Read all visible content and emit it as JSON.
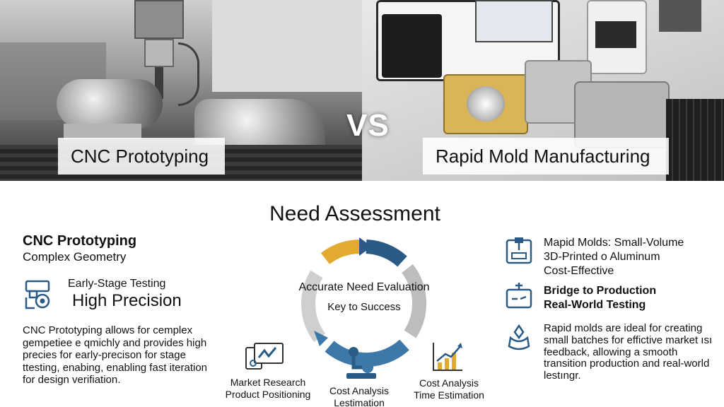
{
  "banner": {
    "left_caption": "CNC Prototyping",
    "right_caption": "Rapid Mold Manufacturing",
    "vs": "VS"
  },
  "main": {
    "title": "Need Assessment",
    "left": {
      "heading": "CNC Prototyping",
      "subheading": "Complex Geometry",
      "early_label": "Early-Stage Testing",
      "high_label": "High Precision",
      "paragraph": "CNC Prototyping allows for cemplex gempetiee e qmichly and provides high precies for early-precison for stage ttesting, enabing, enabling fast iteration for design verifiation."
    },
    "center": {
      "ring_title": "Accurate Need Evaluation",
      "ring_subtitle": "Key to Success",
      "colors": {
        "gold": "#e3aa30",
        "navy": "#2a5b85",
        "blue": "#3d78a8",
        "grey": "#bdbdbd"
      },
      "items": [
        {
          "line1": "Market Research",
          "line2": "Product Positioning",
          "icon": "market-research-icon"
        },
        {
          "line1": "Cost Analysis",
          "line2": "Lestimation",
          "icon": "robot-arm-icon"
        },
        {
          "line1": "Cost Analysis",
          "line2": "Time Estimation",
          "icon": "growth-chart-icon"
        }
      ]
    },
    "right": {
      "block1": [
        "Mapid Molds: Small-Volume",
        "3D-Printed o Aluminum",
        "Cost-Effective"
      ],
      "block2": [
        "Bridge to Production",
        "Real-World Testing"
      ],
      "block3": "Rapid molds are ideal for creating small batches for effictive market ısı feedback, allowing a smooth transition production and real-world lestıngr."
    }
  }
}
